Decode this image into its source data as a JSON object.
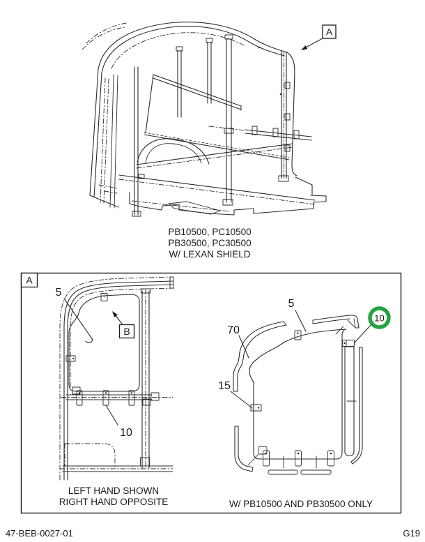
{
  "page": {
    "footer": {
      "doc_number": "47-BEB-0027-01",
      "page_code": "G19"
    },
    "line_color": "#2b2b2b"
  },
  "main_figure": {
    "view_callout": "A",
    "caption_lines": [
      "PB10500, PC10500",
      "PB30500, PC30500",
      "W/ LEXAN SHIELD"
    ]
  },
  "detail_panel": {
    "panel_label": "A",
    "left_view": {
      "callout_5": "5",
      "callout_b": "B",
      "callout_10": "10",
      "caption_lines": [
        "LEFT HAND SHOWN",
        "RIGHT HAND OPPOSITE"
      ]
    },
    "right_view": {
      "callout_5": "5",
      "callout_70": "70",
      "callout_15": "15",
      "callout_10": "10",
      "highlight_color": "#22a33e",
      "caption": "W/ PB10500 AND PB30500 ONLY"
    }
  }
}
